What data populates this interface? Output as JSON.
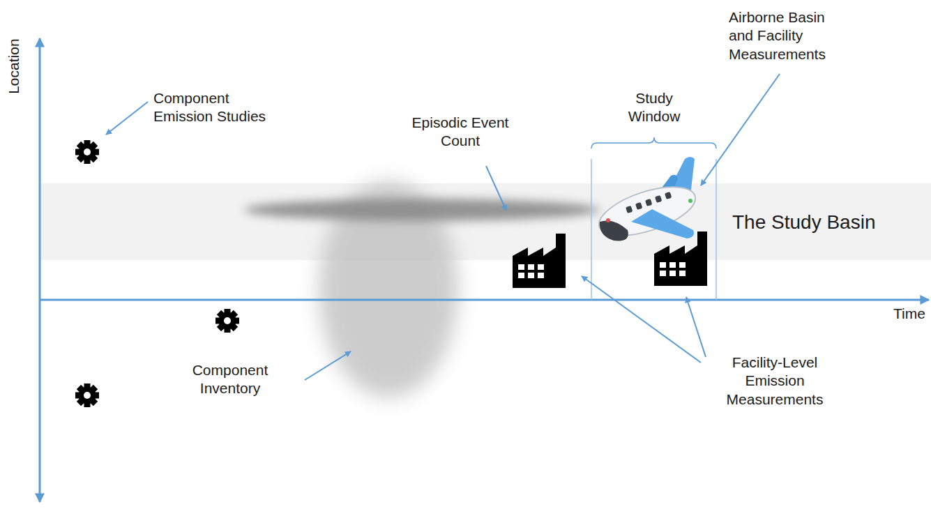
{
  "diagram": {
    "nodes": [
      {
        "text": [
          "The Study Basin"
        ]
      }
    ],
    "labels": [
      "Location",
      "Component Emission Studies",
      "Episodic Event Count",
      "Study Window",
      "Airborne Basin and Facility Measurements",
      "Time",
      "Component Inventory",
      "Facility-Level Emission Measurements"
    ]
  }
}
